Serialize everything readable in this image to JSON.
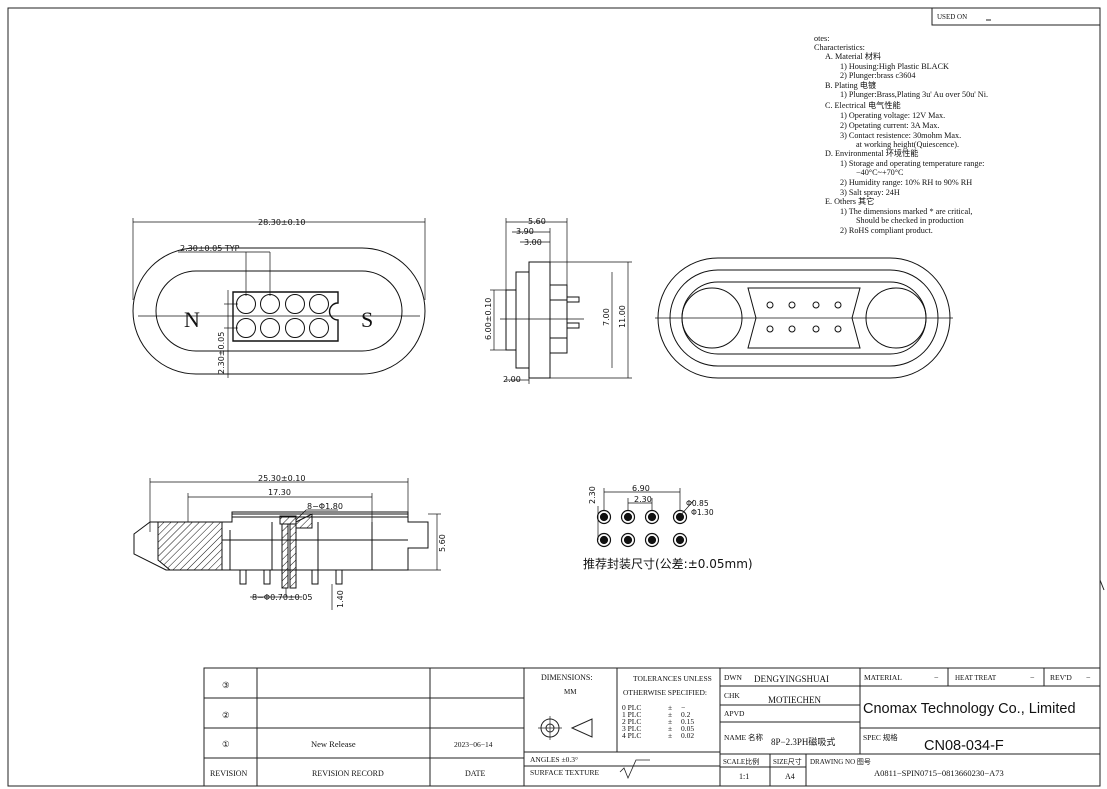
{
  "header": {
    "used_on": "USED ON"
  },
  "notes": {
    "title": "otes:",
    "subtitle": "Characteristics:",
    "lines": [
      "A. Material 材料",
      "1) Housing:High Plastic BLACK",
      "2) Plunger:brass c3604",
      "B. Plating 电镀",
      "1) Plunger:Brass,Plating 3u' Au over 50u' Ni.",
      "C. Electrical 电气性能",
      "1) Operating voltage: 12V Max.",
      "2) Opetating current: 3A Max.",
      "3) Contact resistence: 30mohm Max.",
      "at working height(Quiescence).",
      "D. Environmental 环境性能",
      "1) Storage and operating temperature range:",
      "−40°C~+70°C",
      "2) Humidity range: 10% RH to 90% RH",
      "3) Salt spray: 24H",
      "E. Others 其它",
      "1) The dimensions marked * are critical,",
      "Should be checked in production",
      "2) RoHS compliant product."
    ]
  },
  "top_view": {
    "dim_width": "28.30±0.10",
    "dim_pitch": "2.30±0.05 TYP",
    "dim_row": "2.30±0.05",
    "pole_n": "N",
    "pole_s": "S"
  },
  "side_view": {
    "dim_total": "5.60",
    "dim_a": "3.90",
    "dim_b": "3.00",
    "dim_left": "6.00±0.10",
    "dim_mid": "7.00",
    "dim_right": "11.00",
    "dim_bottom": "2.00"
  },
  "section_view": {
    "dim_width": "25.30±0.10",
    "dim_inner": "17.30",
    "dim_hole": "8−Φ1.80",
    "dim_pin": "8−Φ0.70±0.05",
    "dim_height": "5.60",
    "dim_pin_len": "1.40"
  },
  "pcb_layout": {
    "dim_width": "6.90",
    "dim_pitch": "2.30",
    "dim_vertical": "2.30",
    "dim_drill": "Φ0.85",
    "dim_pad": "Φ1.30",
    "caption": "推荐封装尺寸(公差:±0.05mm)"
  },
  "title_block": {
    "revisions": [
      {
        "mark": "③",
        "record": "",
        "date": ""
      },
      {
        "mark": "②",
        "record": "",
        "date": ""
      },
      {
        "mark": "①",
        "record": "New Release",
        "date": "2023−06−14"
      }
    ],
    "col_revision": "REVISION",
    "col_record": "REVISION RECORD",
    "col_date": "DATE",
    "dimensions_label": "DIMENSIONS:",
    "dimensions_unit": "MM",
    "tol_title_1": "TOLERANCES UNLESS",
    "tol_title_2": "OTHERWISE SPECIFIED:",
    "tolerances": [
      {
        "plc": "0 PLC",
        "pm": "±",
        "val": "−"
      },
      {
        "plc": "1 PLC",
        "pm": "±",
        "val": "0.2"
      },
      {
        "plc": "2 PLC",
        "pm": "±",
        "val": "0.15"
      },
      {
        "plc": "3 PLC",
        "pm": "±",
        "val": "0.05"
      },
      {
        "plc": "4 PLC",
        "pm": "±",
        "val": "0.02"
      }
    ],
    "angles": "ANGLES  ±0.3°",
    "surface": "SURFACE TEXTURE",
    "dwn_label": "DWN",
    "dwn_value": "DENGYINGSHUAI",
    "chk_label": "CHK",
    "chk_value": "MOTIECHEN",
    "apvd_label": "APVD",
    "name_label": "NAME 名称",
    "name_value": "8P−2.3PH磁吸式",
    "material_label": "MATERIAL",
    "material_value": "−",
    "heat_label": "HEAT TREAT",
    "heat_value": "−",
    "rev_label": "REV'D",
    "rev_value": "−",
    "company": "Cnomax Technology Co., Limited",
    "spec_label": "SPEC 规格",
    "spec_value": "CN08-034-F",
    "scale_label": "SCALE比例",
    "scale_value": "1:1",
    "size_label": "SIZE尺寸",
    "size_value": "A4",
    "drawing_label": "DRAWING NO 图号",
    "drawing_value": "A0811−SPIN0715−0813660230−A73"
  }
}
